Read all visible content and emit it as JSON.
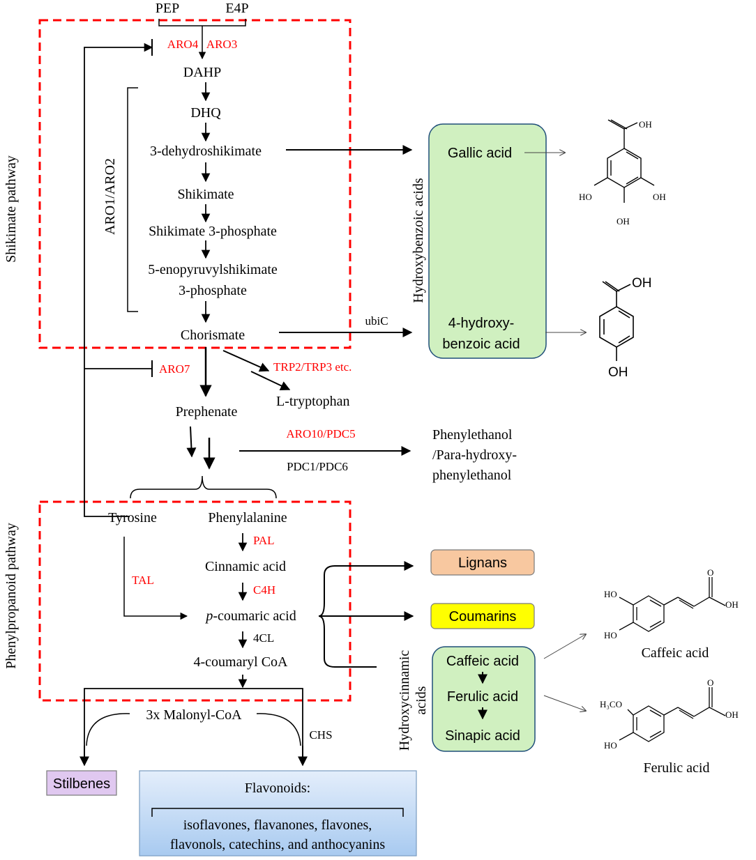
{
  "precursors": {
    "pep": "PEP",
    "e4p": "E4P"
  },
  "side_labels": {
    "shikimate": "Shikimate pathway",
    "phenylpropanoid": "Phenylpropanoid pathway"
  },
  "enzymes": {
    "aro4": "ARO4",
    "aro3": "ARO3",
    "aro1_aro2": "ARO1/ARO2",
    "aro7": "ARO7",
    "trp": "TRP2/TRP3 etc.",
    "aro10_pdc5": "ARO10/PDC5",
    "pdc1_pdc6": "PDC1/PDC6",
    "ubic": "ubiC",
    "pal": "PAL",
    "c4h": "C4H",
    "tal": "TAL",
    "fourcl": "4CL",
    "chs": "CHS"
  },
  "metabolites": {
    "dahp": "DAHP",
    "dhq": "DHQ",
    "dehydroshikimate": "3-dehydroshikimate",
    "shikimate": "Shikimate",
    "shikimate_3p": "Shikimate 3-phosphate",
    "epsp_line1": "5-enopyruvylshikimate",
    "epsp_line2": "3-phosphate",
    "chorismate": "Chorismate",
    "prephenate": "Prephenate",
    "tryptophan": "L-tryptophan",
    "phenylethanol_line1": "Phenylethanol",
    "phenylethanol_line2": "/Para-hydroxy-",
    "phenylethanol_line3": "phenylethanol",
    "tyrosine": "Tyrosine",
    "phenylalanine": "Phenylalanine",
    "cinnamic": "Cinnamic acid",
    "coumaric_prefix": "p",
    "coumaric_rest": "-coumaric acid",
    "coumaryl_coa": "4-coumaryl CoA",
    "malonyl_coa": "3x Malonyl-CoA"
  },
  "hydroxybenzoic": {
    "group_label": "Hydroxybenzoic acids",
    "gallic": "Gallic acid",
    "hba_line1": "4-hydroxy-",
    "hba_line2": "benzoic acid"
  },
  "products": {
    "lignans": "Lignans",
    "coumarins": "Coumarins",
    "stilbenes": "Stilbenes"
  },
  "hydroxycinnamic": {
    "group_label_1": "Hydroxycinnamic",
    "group_label_2": "acids",
    "caffeic": "Caffeic acid",
    "ferulic": "Ferulic acid",
    "sinapic": "Sinapic acid"
  },
  "flavonoids": {
    "title": "Flavonoids:",
    "line1": "isoflavones, flavanones, flavones,",
    "line2": "flavonols, catechins, and anthocyanins"
  },
  "structures": {
    "gallic_oh_top": "OH",
    "gallic_ho_left": "HO",
    "gallic_oh_right": "OH",
    "gallic_oh_bottom": "OH",
    "hba_oh_top": "OH",
    "hba_oh_bottom": "OH",
    "caffeic_ho_1": "HO",
    "caffeic_ho_2": "HO",
    "caffeic_oh": "OH",
    "caffeic_name": "Caffeic acid",
    "ferulic_h3co": "H₃CO",
    "ferulic_ho": "HO",
    "ferulic_oh": "OH",
    "ferulic_name": "Ferulic acid"
  },
  "colors": {
    "red_dashed": "#ff0000",
    "enzyme_red": "#ff0000",
    "green_fill": "#d0f0c0",
    "green_border": "#1f4e79",
    "lignans_fill": "#f8c8a0",
    "coumarins_fill": "#ffff00",
    "stilbenes_fill": "#e0c8f0",
    "flavonoids_fill": "#cce0f8"
  }
}
